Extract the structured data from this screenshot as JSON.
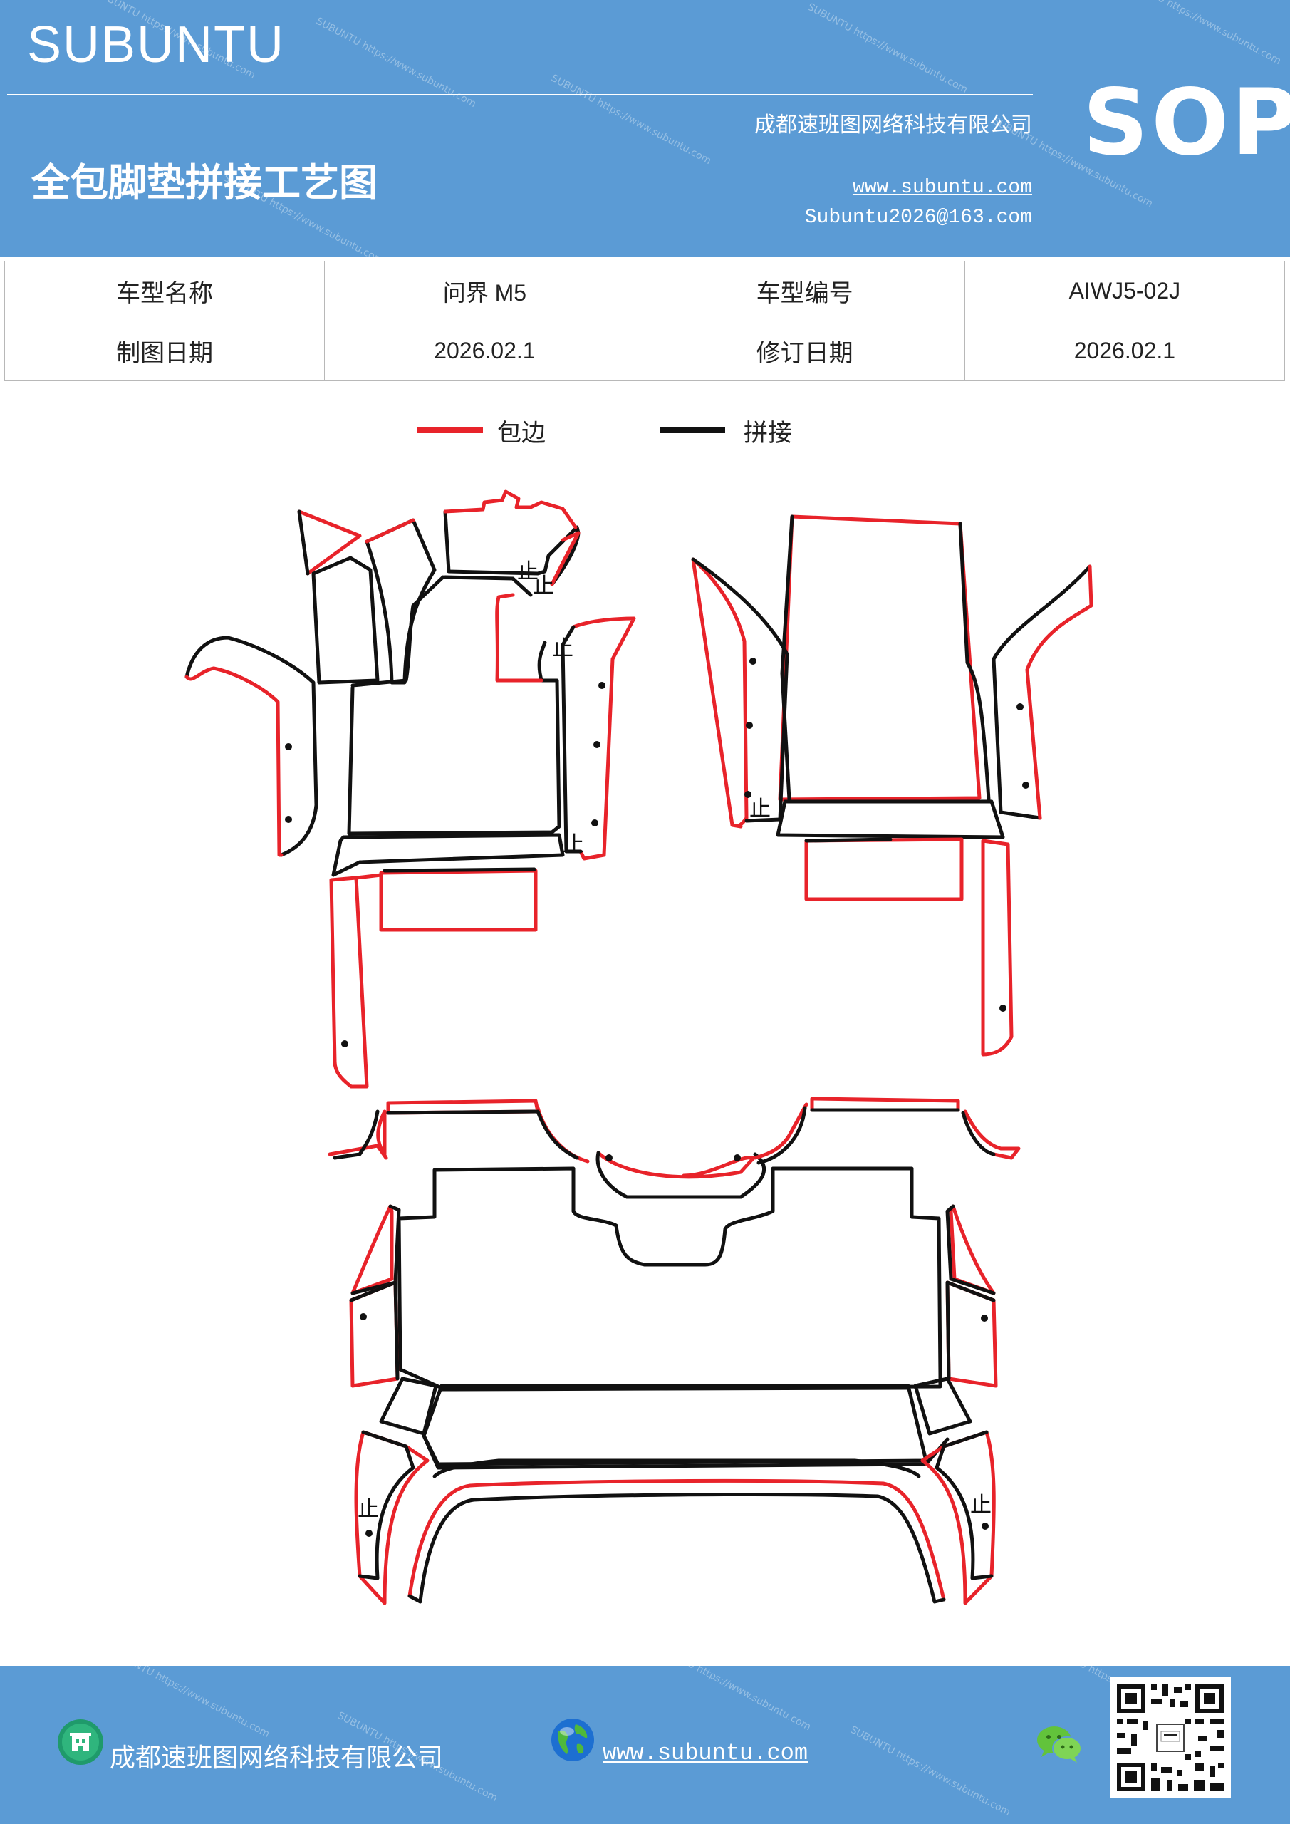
{
  "header": {
    "brand": "SUBUNTU",
    "title": "全包脚垫拼接工艺图",
    "company": "成都速班图网络科技有限公司",
    "website": "www.subuntu.com",
    "email": "Subuntu2026@163.com",
    "badge": "SOP",
    "watermark": "SUBUNTU https://www.subuntu.com"
  },
  "info": {
    "model_name_label": "车型名称",
    "model_name_value": "问界 M5",
    "model_code_label": "车型编号",
    "model_code_value": "AIWJ5-02J",
    "draw_date_label": "制图日期",
    "draw_date_value": "2026.02.1",
    "revise_date_label": "修订日期",
    "revise_date_value": "2026.02.1"
  },
  "legend": {
    "edge_label": "包边",
    "edge_color": "#e8232a",
    "seam_label": "拼接",
    "seam_color": "#111111"
  },
  "drawing": {
    "stop_mark": "止"
  },
  "footer": {
    "company": "成都速班图网络科技有限公司",
    "website": "www.subuntu.com"
  },
  "icons": {
    "company": "building-icon",
    "website": "globe-icon",
    "social": "wechat-icon",
    "qr": "qr-code"
  }
}
